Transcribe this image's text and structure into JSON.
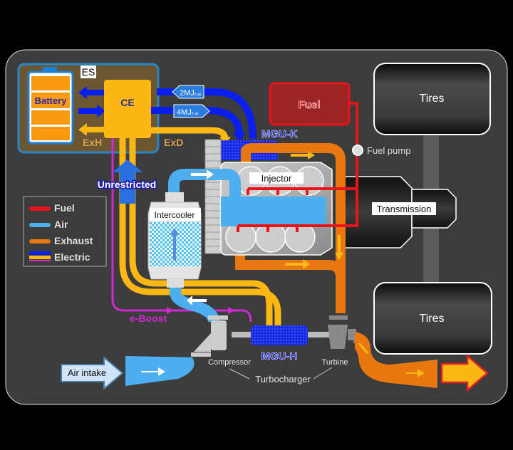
{
  "title": "F1 power unit energy flow diagram",
  "colors": {
    "fuel": "#e8141b",
    "air": "#4daef0",
    "exhaust": "#e8770f",
    "electric_blue": "#0a1ef0",
    "electric_yellow": "#fbb814",
    "electric_magenta": "#d22ad2",
    "panel_bg": "#3c3c3c",
    "es_box": "#6b5634"
  },
  "labels": {
    "es": "ES",
    "battery": "Battery",
    "ce": "CE",
    "exh": "ExH",
    "exd": "ExD",
    "mj2": "2MJ",
    "mj2_unit": "/Lap",
    "mj4": "4MJ",
    "mj4_unit": "/Lap",
    "fuel_tank": "Fuel",
    "mgu_k": "MGU-K",
    "fuel_pump": "Fuel pump",
    "tires_top": "Tires",
    "tires_bottom": "Tires",
    "injector": "Injector",
    "transmission": "Transmission",
    "unrestricted": "Unrestricted",
    "intercooler": "Intercooler",
    "e_boost": "e-Boost",
    "mgu_h": "MGU-H",
    "compressor": "Compressor",
    "turbine": "Turbine",
    "turbocharger": "Turbocharger",
    "air_intake": "Air intake"
  },
  "legend": {
    "items": [
      {
        "label": "Fuel",
        "key": "fuel"
      },
      {
        "label": "Air",
        "key": "air"
      },
      {
        "label": "Exhaust",
        "key": "exhaust"
      },
      {
        "label": "Electric",
        "key": "electric"
      }
    ]
  }
}
